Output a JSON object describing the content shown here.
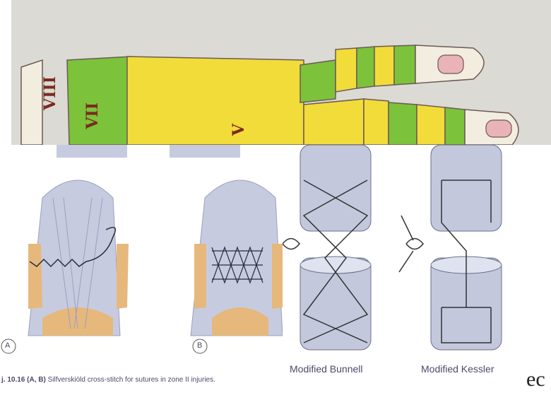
{
  "hand_diagram": {
    "zone_labels": [
      "VIII",
      "VII",
      "V"
    ],
    "colors": {
      "background": "#dcdad4",
      "green": "#7cc23a",
      "yellow": "#f2dc3a",
      "skin": "#f3ede0",
      "nail": "#e9b3b8",
      "outline": "#6b5a55"
    }
  },
  "panel_a": {
    "label_a": "A",
    "label_b": "B",
    "caption_prefix": "j. 10.16",
    "caption_bold": "(A, B)",
    "caption_text": "Silfverskiöld cross-stitch for sutures in zone II injuries.",
    "tendon_color": "#c7cbe0",
    "bone_color": "#e6b87c"
  },
  "panel_b": {
    "label_left": "Modified Bunnell",
    "label_right": "Modified Kessler",
    "tendon_color": "#c3c8dd"
  },
  "bottom_text": {
    "fragment": "ec"
  }
}
